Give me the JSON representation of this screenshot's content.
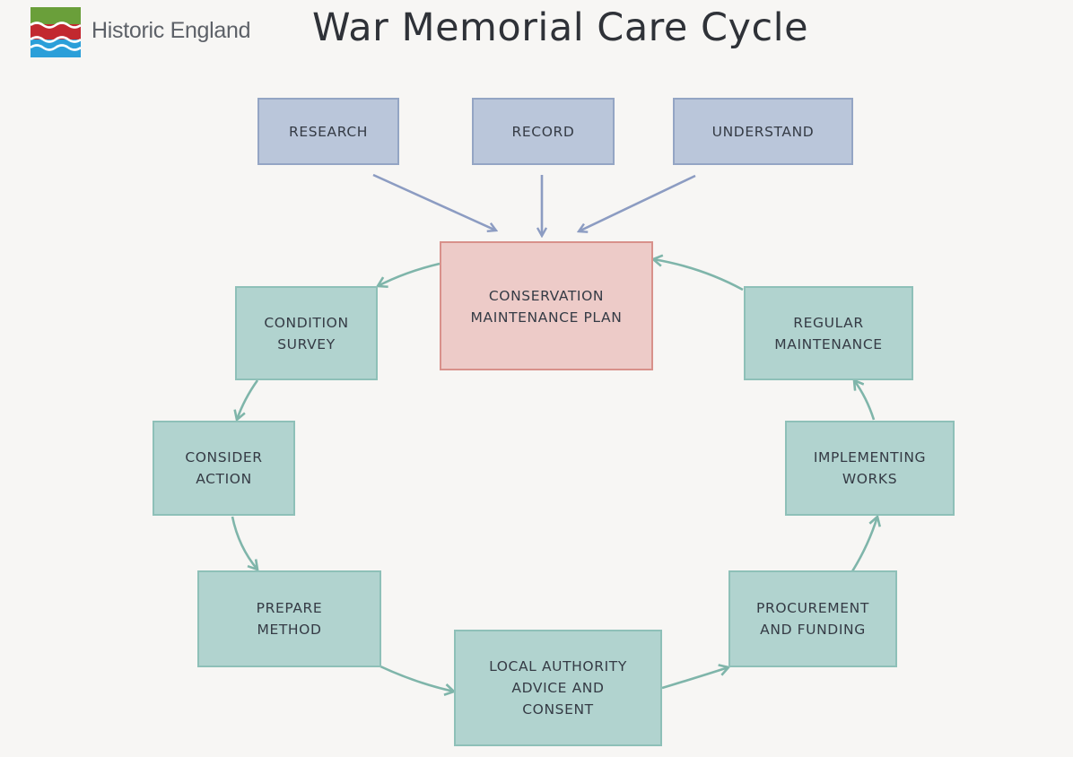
{
  "header": {
    "logo_text": "Historic England",
    "title": "War Memorial Care Cycle"
  },
  "diagram": {
    "inputs": {
      "research": "RESEARCH",
      "record": "RECORD",
      "understand": "UNDERSTAND"
    },
    "center": "CONSERVATION\nMAINTENANCE PLAN",
    "cycle": {
      "condition_survey": "CONDITION\nSURVEY",
      "consider_action": "CONSIDER\nACTION",
      "prepare_method": "PREPARE\nMETHOD",
      "local_authority": "LOCAL AUTHORITY\nADVICE AND\nCONSENT",
      "procurement": "PROCUREMENT\nAND FUNDING",
      "implementing": "IMPLEMENTING\nWORKS",
      "regular_maintenance": "REGULAR\nMAINTENANCE"
    }
  },
  "colors": {
    "background": "#f7f6f4",
    "input_fill": "#bac6da",
    "cycle_fill": "#b1d3cf",
    "center_fill": "#edcbc8",
    "input_arrow": "#8c9cc2",
    "cycle_arrow": "#7fb5aa"
  }
}
